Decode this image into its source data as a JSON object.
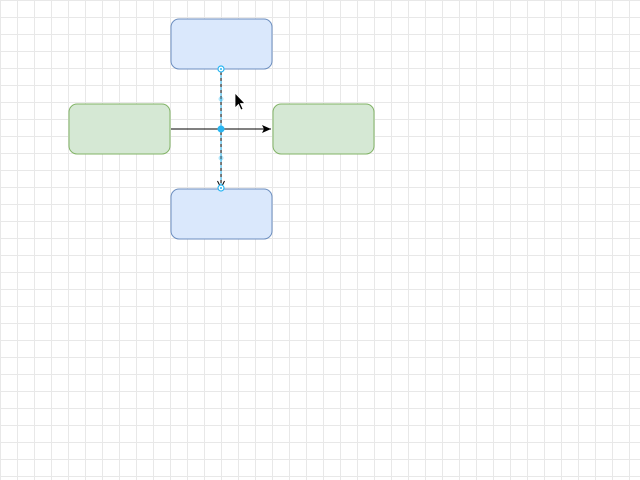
{
  "canvas": {
    "grid_color": "#e8e8e8",
    "background": "#ffffff"
  },
  "shapes": [
    {
      "id": "top-box",
      "kind": "rounded-rectangle",
      "fill": "#dae8fc",
      "stroke": "#6c8ebf",
      "label": ""
    },
    {
      "id": "left-box",
      "kind": "rounded-rectangle",
      "fill": "#d5e8d4",
      "stroke": "#82b366",
      "label": ""
    },
    {
      "id": "right-box",
      "kind": "rounded-rectangle",
      "fill": "#d5e8d4",
      "stroke": "#82b366",
      "label": ""
    },
    {
      "id": "bottom-box",
      "kind": "rounded-rectangle",
      "fill": "#dae8fc",
      "stroke": "#6c8ebf",
      "label": ""
    }
  ],
  "connectors": [
    {
      "from": "left-box",
      "to": "right-box",
      "selected": false,
      "color": "#000000"
    },
    {
      "from": "top-box",
      "to": "bottom-box",
      "selected": true,
      "color": "#000000",
      "selection_color": "#29b6f2"
    }
  ],
  "cursor": {
    "icon": "arrow-pointer-icon"
  }
}
